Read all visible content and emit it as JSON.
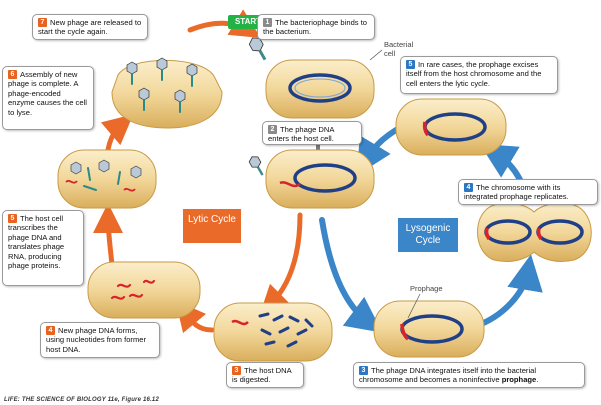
{
  "start_label": "START",
  "steps": {
    "s1": {
      "num": "1",
      "text": "The bacteriophage binds to the bacterium."
    },
    "s2": {
      "num": "2",
      "text": "The phage DNA enters the host cell."
    },
    "s3_lytic": {
      "num": "3",
      "text": "The host DNA is digested."
    },
    "s4_lytic": {
      "num": "4",
      "text": "New phage DNA forms, using nucleotides from former host DNA."
    },
    "s5_lytic": {
      "num": "5",
      "text": "The host cell transcribes the phage DNA and translates phage RNA, producing phage proteins."
    },
    "s6_lytic": {
      "num": "6",
      "text": "Assembly of new phage is complete. A phage-encoded enzyme causes the cell to lyse."
    },
    "s7_lytic": {
      "num": "7",
      "text": "New phage are released to start the cycle again."
    },
    "s3_lyso": {
      "num": "3",
      "text_before": "The phage DNA integrates itself into the bacterial chromosome and becomes a noninfective ",
      "text_bold": "prophage",
      "text_after": "."
    },
    "s4_lyso": {
      "num": "4",
      "text": "The chromosome with its integrated prophage replicates."
    },
    "s5_lyso": {
      "num": "5",
      "text": "In rare cases, the prophage excises itself from the host chromosome and the cell enters the lytic cycle."
    }
  },
  "labels": {
    "bacterial_cell": "Bacterial cell",
    "prophage": "Prophage",
    "lytic_cycle": "Lytic Cycle",
    "lysogenic_cycle": "Lysogenic Cycle"
  },
  "footer": "LIFE: THE SCIENCE OF BIOLOGY 11e, Figure 16.12",
  "colors": {
    "lytic_orange": "#ea6a2a",
    "lysogenic_blue": "#3b86c8",
    "start_green": "#23b345",
    "cell_fill": "#f2d79a",
    "chromosome_blue": "#1f3f86",
    "phage_dna_red": "#d8232a"
  }
}
